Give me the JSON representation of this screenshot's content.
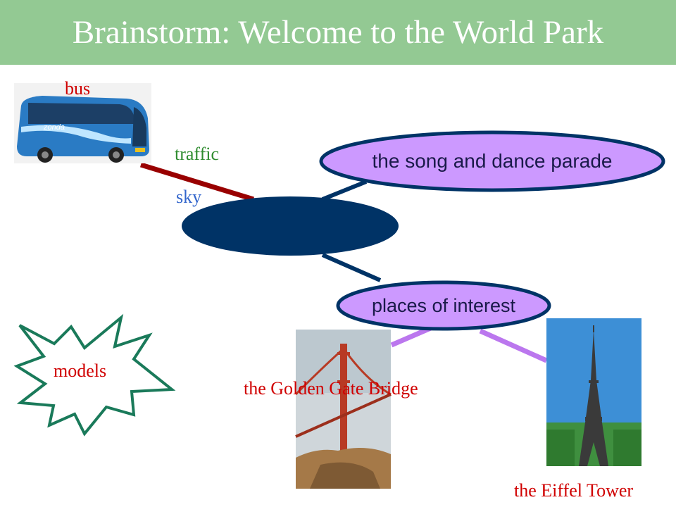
{
  "header": {
    "title": "Brainstorm: Welcome to the World Park",
    "background_color": "#93c993",
    "title_color": "#ffffff"
  },
  "nodes": {
    "center": {
      "label": "",
      "color": "#003366"
    },
    "parade": {
      "label": "the song and dance parade",
      "fill": "#cc99ff",
      "border": "#003366"
    },
    "places": {
      "label": "places of interest",
      "fill": "#cc99ff",
      "border": "#003366"
    }
  },
  "labels": {
    "bus": {
      "text": "bus",
      "color": "#d00000"
    },
    "traffic": {
      "text": "traffic",
      "color": "#2e8b2e"
    },
    "sky": {
      "text": "sky",
      "color": "#3366cc"
    },
    "models": {
      "text": "models",
      "color": "#d00000"
    },
    "golden_gate": {
      "text": "the Golden Gate Bridge",
      "color": "#d00000"
    },
    "eiffel": {
      "text": "the Eiffel Tower",
      "color": "#d00000"
    }
  },
  "connectors": {
    "bus_line_color": "#990000",
    "center_line_color": "#003366",
    "places_line_color": "#bb77ee"
  },
  "starburst": {
    "fill": "#ffffff",
    "border": "#1a7a5a"
  },
  "images": {
    "bus": {
      "icon": "tour-bus-photo",
      "brand_text": "zonda"
    },
    "golden_gate": {
      "icon": "golden-gate-bridge-photo"
    },
    "eiffel": {
      "icon": "eiffel-tower-photo"
    }
  }
}
